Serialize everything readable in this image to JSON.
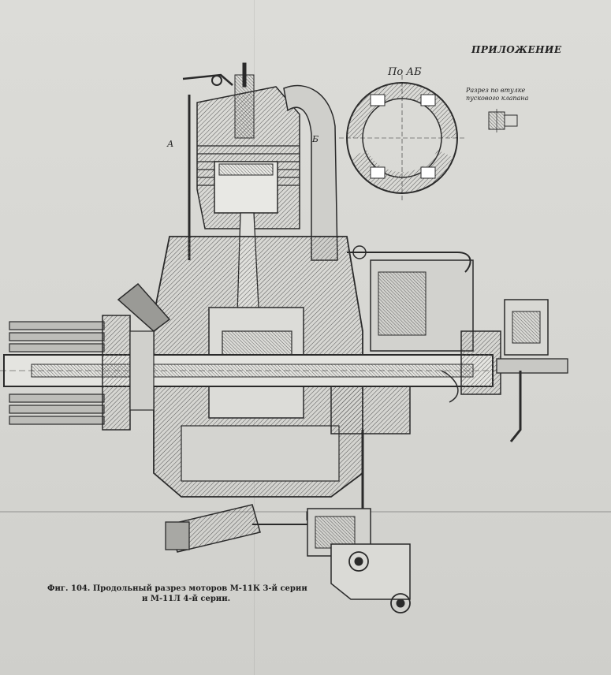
{
  "header": {
    "appendix": "ПРИЛОЖЕНИЕ"
  },
  "section_labels": {
    "a": "А",
    "b": "Б",
    "ab": "По АБ"
  },
  "inset_note": "Разрез по втулке пускового клапана",
  "caption": {
    "line1": "Фиг. 104. Продольный разрез моторов М-11К 3-й серии",
    "line2": "и М-11Л 4-й серии."
  },
  "colors": {
    "paper": "#d9d9d6",
    "ink": "#2a2a2a",
    "hatch": "#555555"
  }
}
